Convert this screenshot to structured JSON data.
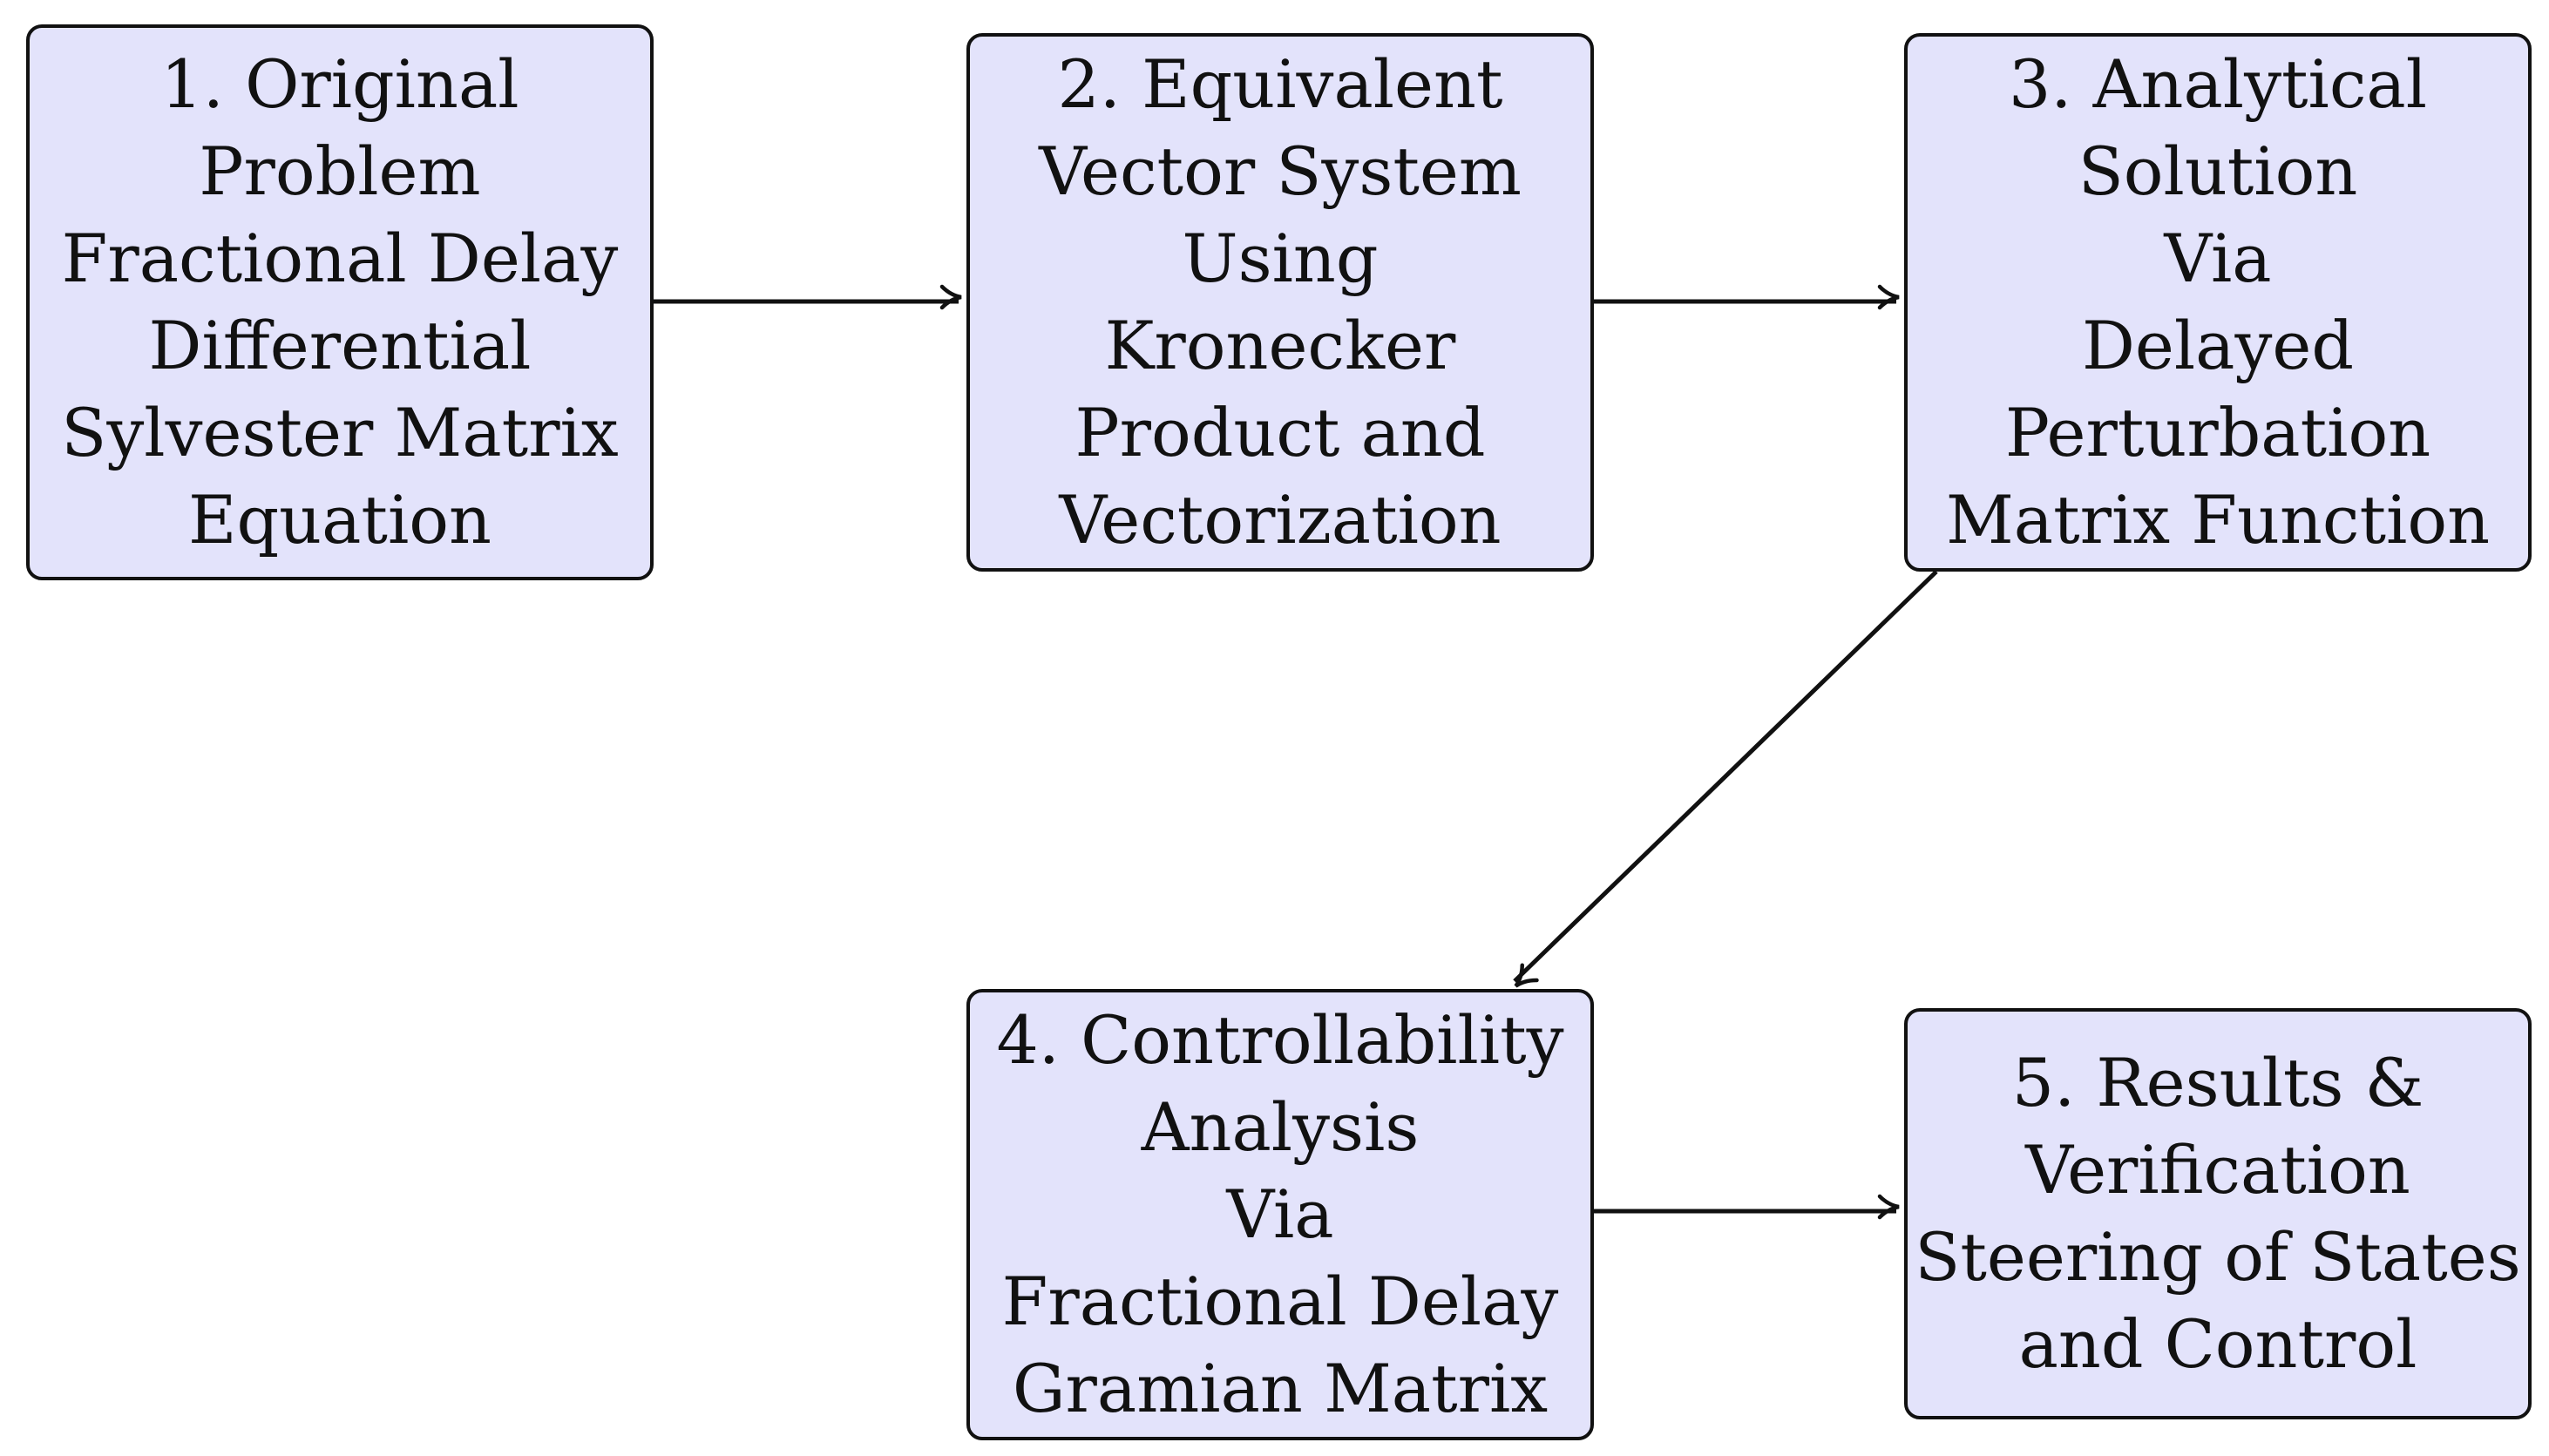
{
  "diagram": {
    "nodes": [
      {
        "id": "node-1",
        "lines": [
          "1.  Original",
          "Problem",
          "Fractional Delay",
          "Differential",
          "Sylvester Matrix",
          "Equation"
        ]
      },
      {
        "id": "node-2",
        "lines": [
          "2.  Equivalent",
          "Vector System",
          "Using",
          "Kronecker",
          "Product and",
          "Vectorization"
        ]
      },
      {
        "id": "node-3",
        "lines": [
          "3.  Analytical",
          "Solution",
          "Via",
          "Delayed",
          "Perturbation",
          "Matrix Function"
        ]
      },
      {
        "id": "node-4",
        "lines": [
          "4.  Controllability",
          "Analysis",
          "Via",
          "Fractional Delay",
          "Gramian Matrix"
        ]
      },
      {
        "id": "node-5",
        "lines": [
          "5.  Results &",
          "Verification",
          "Steering of States",
          "and Control"
        ]
      }
    ],
    "edges": [
      {
        "from": "node-1",
        "to": "node-2"
      },
      {
        "from": "node-2",
        "to": "node-3"
      },
      {
        "from": "node-3",
        "to": "node-4"
      },
      {
        "from": "node-4",
        "to": "node-5"
      }
    ],
    "colors": {
      "node_fill": "#e3e3fb",
      "node_border": "#111111",
      "edge": "#111111",
      "text": "#111111"
    }
  }
}
